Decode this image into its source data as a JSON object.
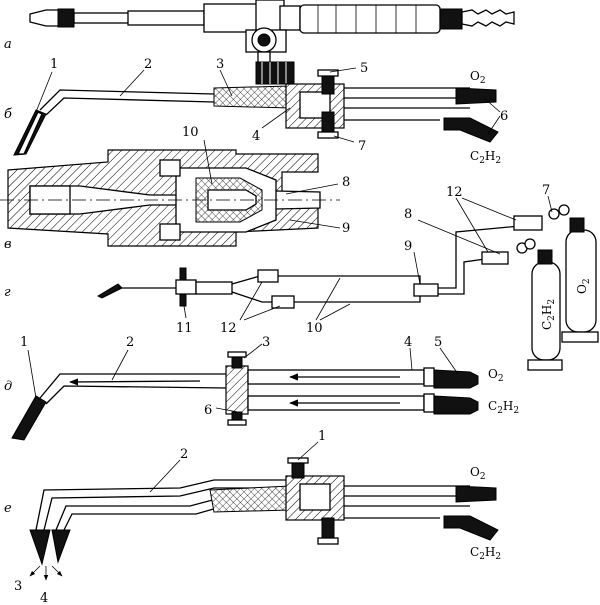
{
  "rows": {
    "a": "а",
    "b": "б",
    "v": "в",
    "g": "г",
    "d": "д",
    "e": "е"
  },
  "gases": {
    "oxygen": "O",
    "oxygen_sub": "2",
    "acetylene_c": "C",
    "acetylene_c_sub": "2",
    "acetylene_h": "H",
    "acetylene_h_sub": "2"
  },
  "callouts": {
    "b": [
      "1",
      "2",
      "3",
      "4",
      "5",
      "6",
      "7"
    ],
    "v": [
      "8",
      "9",
      "10"
    ],
    "g": [
      "7",
      "8",
      "9",
      "10",
      "11",
      "12"
    ],
    "d": [
      "1",
      "2",
      "3",
      "4",
      "5",
      "6"
    ],
    "e": [
      "1",
      "2",
      "3",
      "4"
    ]
  }
}
